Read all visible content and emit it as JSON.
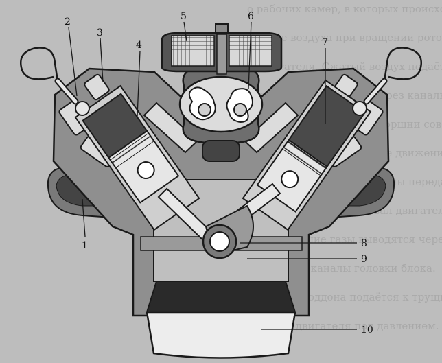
{
  "figure": {
    "colors": {
      "page": "#bdbdbd",
      "body": "#8f8f8f",
      "body_dark": "#6e6e6e",
      "cavity": "#dcdcdc",
      "piston": "#5a5a5a",
      "outline": "#1a1a1a",
      "oil": "#2a2a2a",
      "sump_light": "#ededed"
    },
    "background_text": [
      "о рабочих камер, в которых происходит",
      "сжатие воздуха при вращении роторов",
      "нагнетателя. Сжатый воздух подаётся",
      "в цилиндры двигателя через каналы",
      "впускного коллектора. Поршни совершают",
      "возвратно-поступательное движение",
      "в цилиндрах и через шатуны передают",
      "усилие на коленчатый вал двигателя.",
      "Отработавшие газы выводятся через",
      "выпускные каналы головки блока.",
      "Масло из поддона подаётся к трущимся",
      "деталям двигателя под давлением."
    ]
  },
  "labels": [
    {
      "id": "label-1",
      "text": "1"
    },
    {
      "id": "label-2",
      "text": "2"
    },
    {
      "id": "label-3",
      "text": "3"
    },
    {
      "id": "label-4",
      "text": "4"
    },
    {
      "id": "label-5",
      "text": "5"
    },
    {
      "id": "label-6",
      "text": "6"
    },
    {
      "id": "label-7",
      "text": "7"
    },
    {
      "id": "label-8",
      "text": "8"
    },
    {
      "id": "label-9",
      "text": "9"
    },
    {
      "id": "label-10",
      "text": "10"
    }
  ]
}
